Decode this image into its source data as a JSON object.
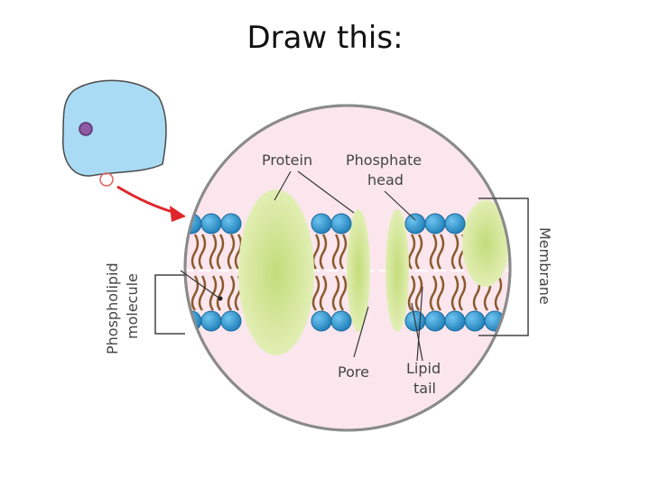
{
  "slide": {
    "title": "Draw this:"
  },
  "diagram": {
    "labels": {
      "protein": "Protein",
      "phosphate_head_line1": "Phosphate",
      "phosphate_head_line2": "head",
      "pore": "Pore",
      "lipid_tail_line1": "Lipid",
      "lipid_tail_line2": "tail",
      "membrane": "Membrane",
      "phospholipid_line1": "Phospholipid",
      "phospholipid_line2": "molecule"
    },
    "colors": {
      "cell": "#a9dbf4",
      "nucleus": "#8e5aa3",
      "circle_fill": "#fbe6ee",
      "phosphate_head": "#2f9bd6",
      "lipid_tail": "#8a5a2c",
      "protein": "#c9e38a",
      "arrow": "#e0262b",
      "zoom_marker": "#e06060"
    }
  }
}
